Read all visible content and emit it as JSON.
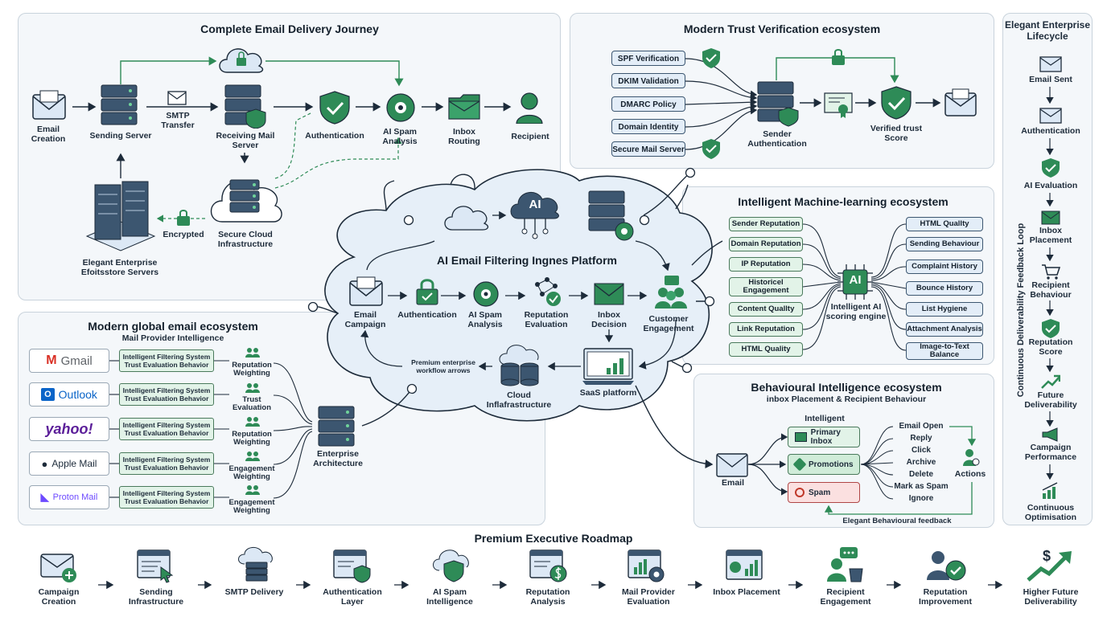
{
  "palette": {
    "green": "#2e8b57",
    "navy": "#3c5670",
    "panel": "#f4f7fa",
    "blueFill": "#e3edf8",
    "greenFill": "#e2f3e8"
  },
  "journey": {
    "title": "Complete Email Delivery Journey",
    "email_creation": "Email Creation",
    "sending_server": "Sending Server",
    "smtp": "SMTP Transfer",
    "receiving": "Receiving Mail Server",
    "authentication": "Authentication",
    "spam": "AI Spam Analysis",
    "inbox_routing": "Inbox Routing",
    "recipient": "Recipient",
    "encrypted": "Encrypted",
    "cloud_infra": "Secure Cloud Infrastructure",
    "enterprise": "Elegant Enterprise Efoitsstore Servers"
  },
  "trust": {
    "title": "Modern Trust Verification ecosystem",
    "items": [
      "SPF Verification",
      "DKIM Validation",
      "DMARC Policy",
      "Domain Identity",
      "Secure Mail Server"
    ],
    "sender": "Sender Authentication",
    "verified": "Verified trust Score"
  },
  "lifecycle": {
    "title": "Elegant Enterprise Lifecycle",
    "steps": [
      "Email Sent",
      "Authentication",
      "AI Evaluation",
      "Inbox Placement",
      "Recipient Behaviour",
      "Reputation Score",
      "Future Deliverability",
      "Campaign Performance",
      "Continuous Optimisation"
    ],
    "side": "Continuous Deliverability Feedback Loop"
  },
  "platform": {
    "ai": "AI",
    "title": "AI Email Filtering Ingnes Platform",
    "steps": [
      "Email Campaign",
      "Authentication",
      "AI Spam Analysis",
      "Reputation Evaluation",
      "Inbox Decision",
      "Customer Engagement"
    ],
    "premium": "Premium enterprise workflow arrows",
    "cloud": "Cloud Inflafrastructure",
    "saas": "SaaS platform"
  },
  "ml": {
    "title": "Intelligent Machine-learning ecosystem",
    "left": [
      "Sender Reputation",
      "Domain Reputation",
      "IP Reputation",
      "Historicel Engagement",
      "Content Quallty",
      "Link Reputation",
      "HTML Quality"
    ],
    "right": [
      "HTML Quallty",
      "Sending Behaviour",
      "Complaint History",
      "Bounce History",
      "List Hygiene",
      "Attachment Analysis",
      "Image-to-Text Balance"
    ],
    "chip": "AI",
    "engine": "Intelligent AI scoring engine"
  },
  "global": {
    "title": "Modern global email ecosystem",
    "subtitle": "Mail Provider Intelligence",
    "providers": [
      "Gmail",
      "Outlook",
      "yahoo!",
      "Apple Mail",
      "Proton Mail"
    ],
    "filter_line1": "Intelligent Filtering System",
    "filter_line2": "Trust Evaluation Behavior",
    "weights": [
      "Reputation Weighting",
      "Trust Evaluation",
      "Reputation Weighting",
      "Engagement Weighting",
      "Engagement Weighting"
    ],
    "enterprise": "Enterprise Architecture"
  },
  "behaviour": {
    "title": "Behavioural Intelligence ecosystem",
    "subtitle": "inbox Placement & Recipient Behaviour",
    "email": "Email",
    "intelligent": "Intelligent",
    "primary": "Primary Inbox",
    "promotions": "Promotions",
    "spam": "Spam",
    "actions": [
      "Email Open",
      "Reply",
      "Click",
      "Archive",
      "Delete",
      "Mark as Spam",
      "Ignore"
    ],
    "actions_label": "Actions",
    "feedback": "Elegant Behavioural feedback"
  },
  "roadmap": {
    "title": "Premium Executive Roadmap",
    "steps": [
      "Campaign Creation",
      "Sending Infrastructure",
      "SMTP Delivery",
      "Authentication Layer",
      "AI Spam Intelligence",
      "Reputation Analysis",
      "Mail Provider Evaluation",
      "Inbox Placement",
      "Recipient Engagement",
      "Reputation Improvement",
      "Higher Future Deliverability"
    ]
  }
}
